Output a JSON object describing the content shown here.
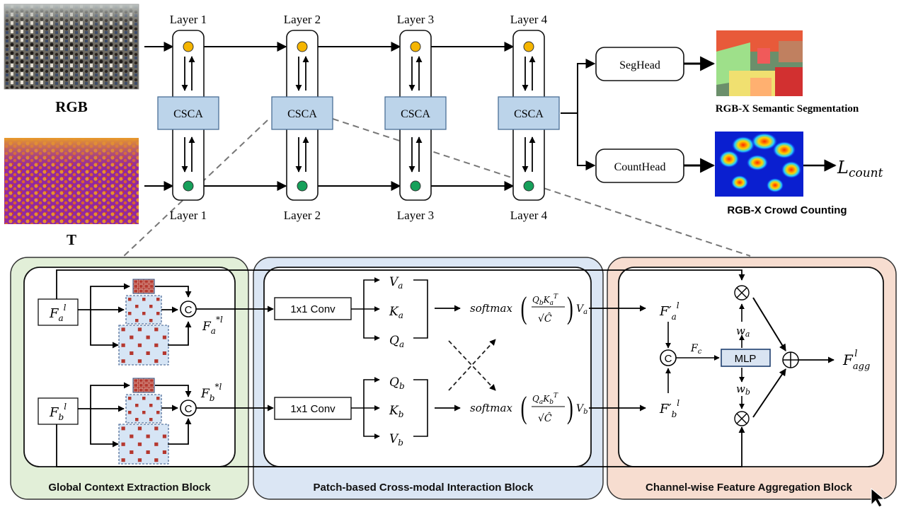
{
  "top": {
    "rgb_label": "RGB",
    "t_label": "T",
    "layers_top": [
      "Layer 1",
      "Layer 2",
      "Layer 3",
      "Layer 4"
    ],
    "layers_bottom": [
      "Layer 1",
      "Layer 2",
      "Layer 3",
      "Layer 4"
    ],
    "csca_label": "CSCA",
    "seghead_label": "SegHead",
    "counthead_label": "CountHead",
    "seg_title": "RGB-X Semantic Segmentation",
    "count_title": "RGB-X Crowd Counting",
    "loss_main": "L",
    "loss_sub": "count"
  },
  "blocks": {
    "gce_title": "Global Context Extraction Block",
    "pci_title": "Patch-based Cross-modal Interaction Block",
    "cfa_title": "Channel-wise Feature Aggregation Block"
  },
  "gce": {
    "fa_main": "F",
    "fa_sub": "a",
    "fa_sup": "l",
    "fb_main": "F",
    "fb_sub": "b",
    "fb_sup": "l",
    "concat_symbol": "C",
    "fa_star_main": "F",
    "fa_star_sub": "a",
    "fa_star_sup": "*l",
    "fb_star_main": "F",
    "fb_star_sub": "b",
    "fb_star_sup": "*l"
  },
  "pci": {
    "conv_label": "1x1 Conv",
    "qkv_top": [
      {
        "main": "V",
        "sub": "a"
      },
      {
        "main": "K",
        "sub": "a"
      },
      {
        "main": "Q",
        "sub": "a"
      }
    ],
    "qkv_bottom": [
      {
        "main": "Q",
        "sub": "b"
      },
      {
        "main": "K",
        "sub": "b"
      },
      {
        "main": "V",
        "sub": "b"
      }
    ],
    "softmax": "softmax",
    "top_num_q": "Q",
    "top_num_q_sub": "b",
    "top_num_k": "K",
    "top_num_k_sub": "a",
    "top_num_k_sup": "T",
    "top_v": "V",
    "top_v_sub": "a",
    "bot_num_q": "Q",
    "bot_num_q_sub": "a",
    "bot_num_k": "K",
    "bot_num_k_sub": "b",
    "bot_num_k_sup": "T",
    "bot_v": "V",
    "bot_v_sub": "b",
    "den": "√Ĉ"
  },
  "cfa": {
    "fa_main": "F′",
    "fa_sub": "a",
    "fa_sup": "l",
    "fb_main": "F′",
    "fb_sub": "b",
    "fb_sup": "l",
    "concat_symbol": "C",
    "fc_main": "F",
    "fc_sub": "c",
    "mlp_label": "MLP",
    "wa_main": "w",
    "wa_sub": "a",
    "wb_main": "w",
    "wb_sub": "b",
    "multiply_symbol": "⊗",
    "add_symbol": "⊕",
    "out_main": "F",
    "out_sub": "agg",
    "out_sup": "l"
  },
  "colors": {
    "rgb_dot": "#f5b500",
    "t_dot": "#16a05a",
    "csca_fill": "#bcd4ea",
    "gce_fill": "#e2efd8",
    "pci_fill": "#dbe6f4",
    "cfa_fill": "#f7ddd0",
    "grid_fill": "#d6e5f5",
    "grid_cell": "#b5382f",
    "mlp_fill": "#d9e4f2"
  }
}
